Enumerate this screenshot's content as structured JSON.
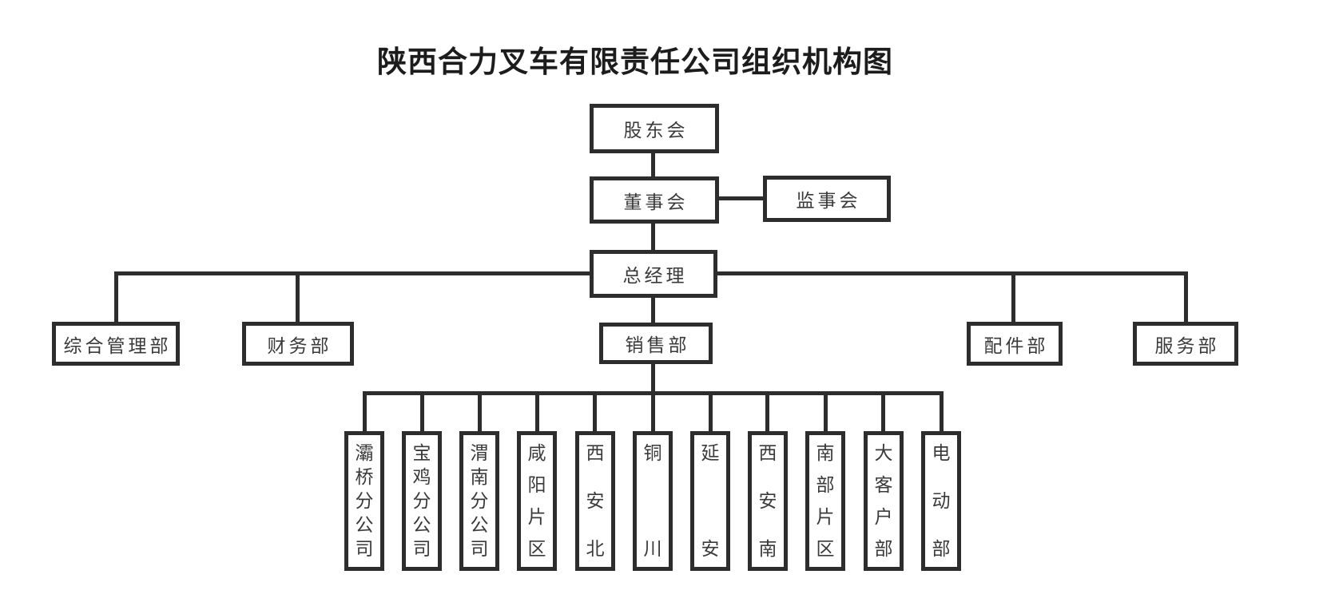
{
  "title": "陕西合力叉车有限责任公司组织机构图",
  "org": {
    "shareholders": "股东会",
    "board": "董事会",
    "supervisors": "监事会",
    "general_manager": "总经理",
    "departments": [
      {
        "label": "综合管理部"
      },
      {
        "label": "财务部"
      },
      {
        "label": "销售部"
      },
      {
        "label": "配件部"
      },
      {
        "label": "服务部"
      }
    ],
    "sales_children": [
      {
        "label": "灞桥分公司"
      },
      {
        "label": "宝鸡分公司"
      },
      {
        "label": "渭南分公司"
      },
      {
        "label": "咸阳片区"
      },
      {
        "label": "西安北"
      },
      {
        "label": "铜川"
      },
      {
        "label": "延安"
      },
      {
        "label": "西安南"
      },
      {
        "label": "南部片区"
      },
      {
        "label": "大客户部"
      },
      {
        "label": "电动部"
      }
    ]
  },
  "colors": {
    "line": "#2d2d2d",
    "border": "#2d2d2d",
    "text": "#3a3a3a",
    "title": "#1c1c1c",
    "background": "#ffffff"
  }
}
